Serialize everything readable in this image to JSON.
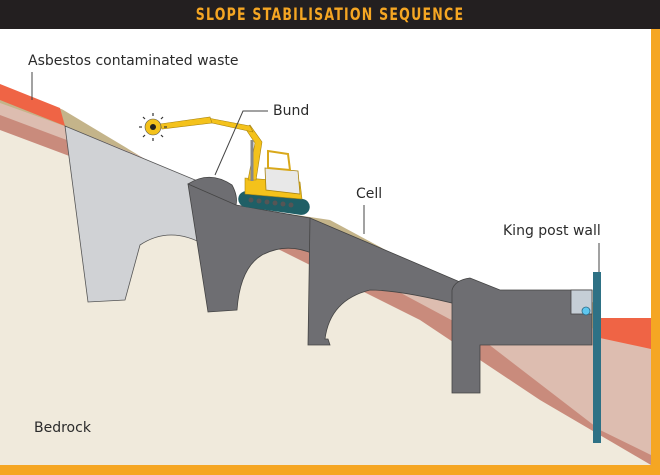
{
  "header": {
    "title": "SLOPE STABILISATION SEQUENCE"
  },
  "labels": {
    "waste": "Asbestos contaminated waste",
    "bund": "Bund",
    "cell": "Cell",
    "king_post_wall": "King post wall",
    "bedrock": "Bedrock"
  },
  "colors": {
    "header_bg": "#231f20",
    "title_text": "#f5a623",
    "frame_accent": "#f5a623",
    "asbestos_waste": "#ef6445",
    "sand_layer": "#c4b48a",
    "pink_layer": "#ddbdb0",
    "clay_layer": "#c98b7c",
    "bedrock": "#f0eadc",
    "old_cell": "#d0d2d5",
    "concrete_cell": "#6e6e72",
    "excavator": "#f4c21b",
    "tracks": "#1f5f66",
    "king_post": "#2e7185"
  }
}
